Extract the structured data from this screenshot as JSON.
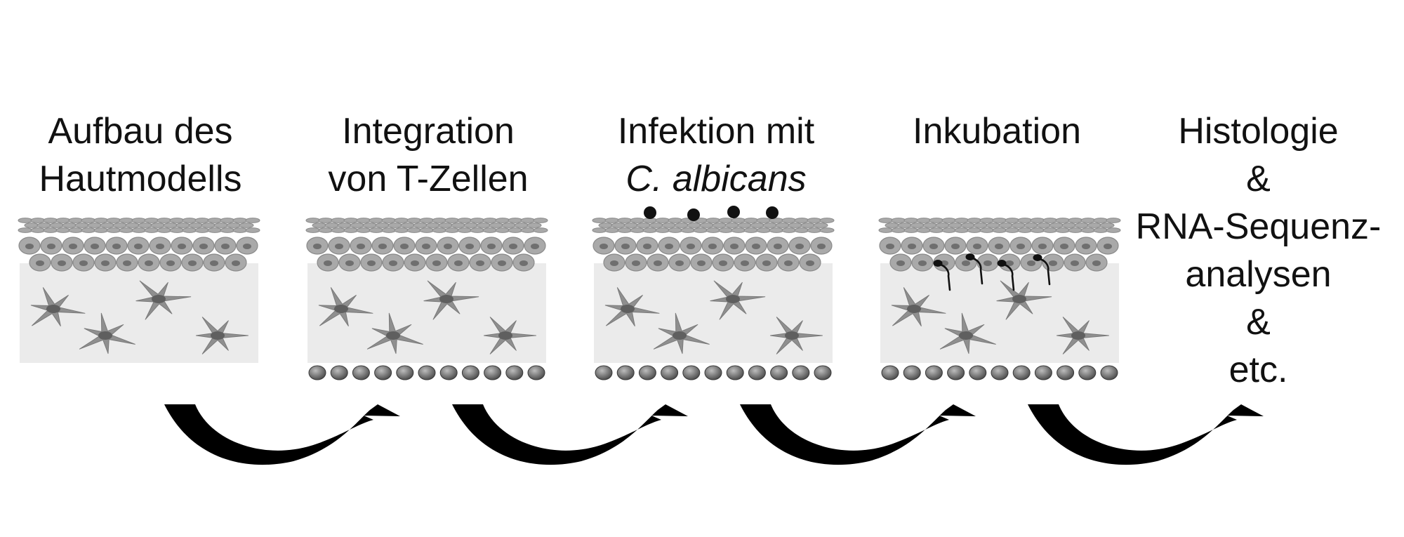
{
  "steps": [
    {
      "id": "aufbau",
      "line1": "Aufbau des",
      "line2": "Hautmodells"
    },
    {
      "id": "integration",
      "line1": "Integration",
      "line2": "von T-Zellen"
    },
    {
      "id": "infektion",
      "line1": "Infektion mit",
      "line2": "C. albicans"
    },
    {
      "id": "inkubation",
      "line1": "Inkubation"
    },
    {
      "id": "histologie",
      "lines": [
        "Histologie",
        "&",
        "RNA-Sequenz-",
        "analysen",
        "&",
        "etc."
      ]
    }
  ],
  "models": [
    {
      "name": "skin-model-basic",
      "t_cell_layer": false,
      "fungi": false,
      "hyphae": false
    },
    {
      "name": "skin-model-tcells",
      "t_cell_layer": true,
      "fungi": false,
      "hyphae": false
    },
    {
      "name": "skin-model-infected",
      "t_cell_layer": true,
      "fungi": true,
      "hyphae": false
    },
    {
      "name": "skin-model-incubated",
      "t_cell_layer": true,
      "fungi": false,
      "hyphae": true
    }
  ],
  "colors": {
    "background": "#ffffff",
    "dermis": "#ebebeb",
    "cell_fill": "#a9a9a9",
    "cell_stroke": "#8a8a8a",
    "cell_nucleus": "#6f6f6f",
    "fibroblast": "#8f8f8f",
    "fibroblast_nucleus": "#5f5f5f",
    "tcell": "#6a6a6a",
    "fungus": "#111111",
    "arrow": "#000000"
  },
  "icons": {
    "process_arrow": "curved-arrow-icon"
  }
}
